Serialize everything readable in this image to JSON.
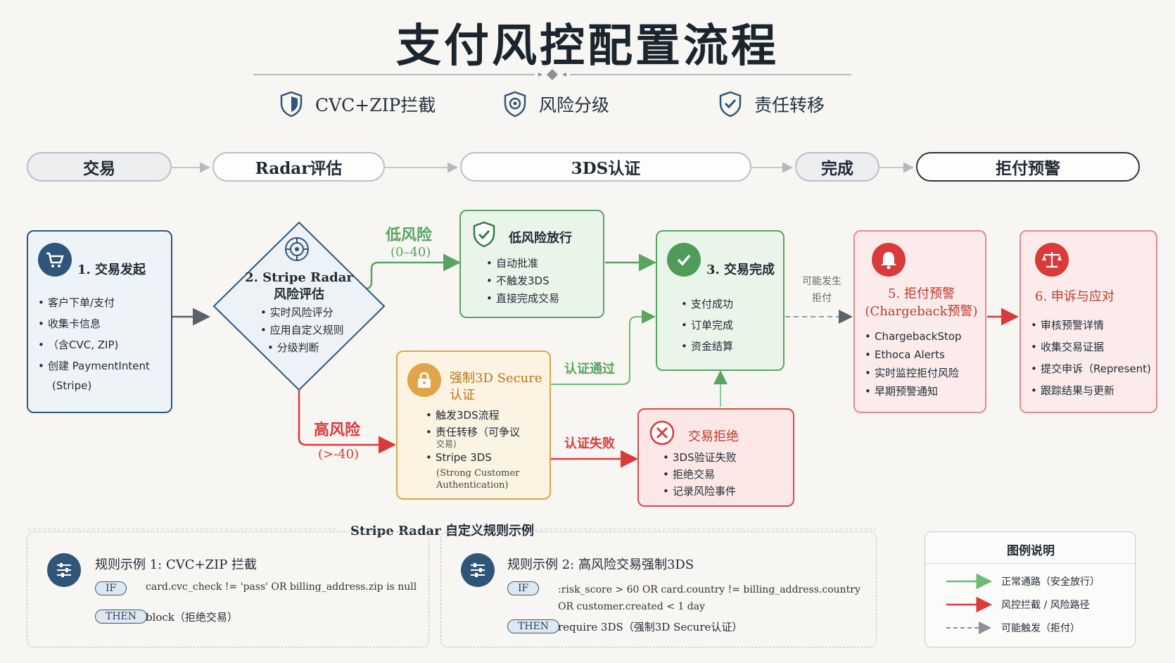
{
  "title": "支付风控配置流程",
  "features": [
    {
      "icon": "shield-icon",
      "label": "CVC+ZIP拦截"
    },
    {
      "icon": "shield-badge-icon",
      "label": "风险分级"
    },
    {
      "icon": "shield-check-icon",
      "label": "责任转移"
    }
  ],
  "phases": [
    "交易",
    "Radar评估",
    "3DS认证",
    "完成",
    "拒付预警"
  ],
  "nodes": {
    "initiate": {
      "title": "1. 交易发起",
      "items": [
        "客户下单/支付",
        "收集卡信息",
        "（含CVC, ZIP)",
        "创建 PaymentIntent"
      ],
      "sub": "(Stripe)"
    },
    "radar": {
      "title_line1": "2. Stripe Radar",
      "title_line2": "风险评估",
      "items": [
        "实时风险评分",
        "应用自定义规则",
        "分级判断"
      ]
    },
    "low_risk": {
      "title": "低风险放行",
      "items": [
        "自动批准",
        "不触发3DS",
        "直接完成交易"
      ]
    },
    "force3ds": {
      "title_line1": "强制3D Secure",
      "title_line2": "认证",
      "items": [
        "触发3DS流程",
        "责任转移（可争议",
        "Stripe 3DS"
      ],
      "sub1": "交易)",
      "sub2a": "(Strong Customer",
      "sub2b": "Authentication)"
    },
    "complete": {
      "title": "3. 交易完成",
      "items": [
        "支付成功",
        "订单完成",
        "资金结算"
      ]
    },
    "declined": {
      "title": "交易拒绝",
      "items": [
        "3DS验证失败",
        "拒绝交易",
        "记录风险事件"
      ]
    },
    "chargeback": {
      "title_line1": "5. 拒付预警",
      "title_line2": "(Chargeback预警)",
      "items": [
        "ChargebackStop",
        "Ethoca Alerts",
        "实时监控拒付风险",
        "早期预警通知"
      ]
    },
    "dispute": {
      "title": "6. 申诉与应对",
      "items": [
        "审核预警详情",
        "收集交易证据",
        "提交申诉（Represent)",
        "跟踪结果与更新"
      ]
    }
  },
  "edge_labels": {
    "low_risk": "低风险",
    "low_risk_range": "(0–40)",
    "high_risk": "高风险",
    "high_risk_range": "(>-40)",
    "auth_pass": "认证通过",
    "auth_fail": "认证失败",
    "may_chargeback_1": "可能发生",
    "may_chargeback_2": "拒付"
  },
  "rules": {
    "section_title": "Stripe Radar 自定义规则示例",
    "rule1": {
      "title": "规则示例 1:  CVC+ZIP 拦截",
      "if_tag": "IF",
      "if_text": "card.cvc_check != 'pass' OR billing_address.zip is null",
      "then_tag": "THEN",
      "then_text": "block（拒绝交易）"
    },
    "rule2": {
      "title": "规则示例 2:  高风险交易强制3DS",
      "if_tag": "IF",
      "if_text1": ":risk_score > 60 OR card.country != billing_address.country",
      "if_text2": "OR customer.created < 1 day",
      "then_tag": "THEN",
      "then_text": "require 3DS（强制3D Secure认证）"
    }
  },
  "legend": {
    "title": "图例说明",
    "items": [
      {
        "label": "正常通路（安全放行）",
        "color": "#6dbb72"
      },
      {
        "label": "风控拦截 / 风险路径",
        "color": "#d93a3a"
      },
      {
        "label": "可能触发（拒付）",
        "color": "#9aa0a6"
      }
    ]
  }
}
